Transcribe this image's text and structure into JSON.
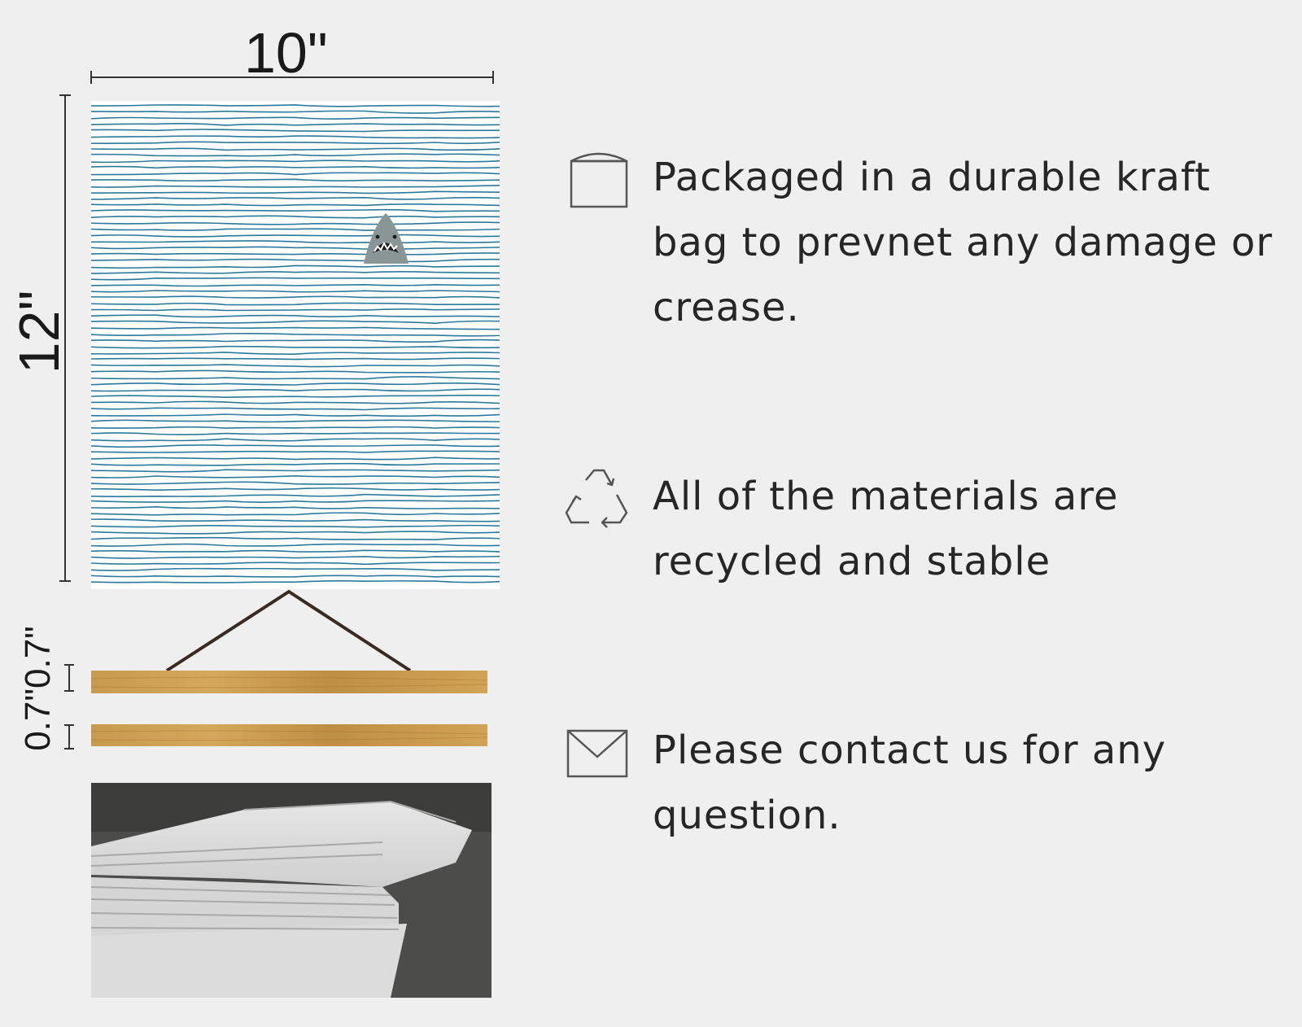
{
  "dimensions": {
    "width": "10\"",
    "height": "12\"",
    "rod_thickness": "0.7\"0.7\""
  },
  "features": [
    {
      "icon": "box-icon",
      "text": "Packaged in a durable kraft bag to prevnet any damage or crease."
    },
    {
      "icon": "recycle-icon",
      "text": "All of the materials are recycled and stable"
    },
    {
      "icon": "envelope-icon",
      "text": "Please contact us for any question."
    }
  ],
  "colors": {
    "background": "#efefef",
    "wave_lines": "#2b7a9c",
    "wood": "#c8994c",
    "shark": "#8a9696"
  }
}
